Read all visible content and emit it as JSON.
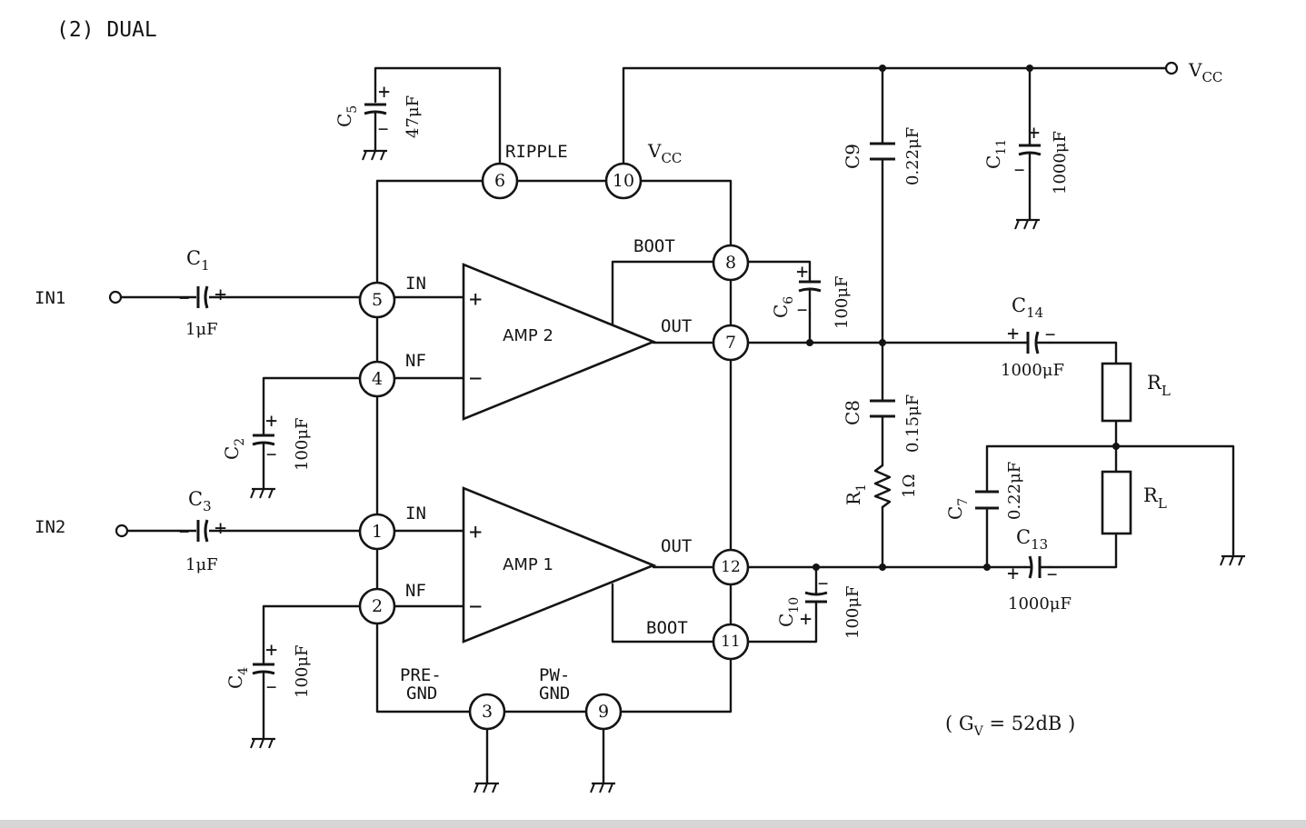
{
  "title": "(2)  DUAL",
  "gain_note": "( G",
  "gain_sub": "V",
  "gain_value": " = 52dB )",
  "terminals": {
    "in1": "IN1",
    "in2": "IN2",
    "vcc_main": "V",
    "vcc_main_sub": "CC"
  },
  "pins": {
    "p1": "1",
    "p2": "2",
    "p3": "3",
    "p4": "4",
    "p5": "5",
    "p6": "6",
    "p7": "7",
    "p8": "8",
    "p9": "9",
    "p10": "10",
    "p11": "11",
    "p12": "12"
  },
  "pin_labels": {
    "ripple": "RIPPLE",
    "vcc": "V",
    "vcc_sub": "CC",
    "boot_top": "BOOT",
    "boot_bottom": "BOOT",
    "in_top": "IN",
    "nf_top": "NF",
    "out_top": "OUT",
    "in_bottom": "IN",
    "nf_bottom": "NF",
    "out_bottom": "OUT",
    "pre_gnd_1": "PRE-",
    "pre_gnd_2": "GND",
    "pw_gnd_1": "PW-",
    "pw_gnd_2": "GND"
  },
  "amplifiers": {
    "amp2": "AMP 2",
    "amp1": "AMP 1",
    "plus": "+",
    "minus": "−"
  },
  "components": {
    "c1": {
      "name": "C",
      "sub": "1",
      "value": "1μF"
    },
    "c2": {
      "name": "C",
      "sub": "2",
      "value": "100μF"
    },
    "c3": {
      "name": "C",
      "sub": "3",
      "value": "1μF"
    },
    "c4": {
      "name": "C",
      "sub": "4",
      "value": "100μF"
    },
    "c5": {
      "name": "C",
      "sub": "5",
      "value": "47μF"
    },
    "c6": {
      "name": "C",
      "sub": "6",
      "value": "100μF"
    },
    "c7": {
      "name": "C",
      "sub": "7",
      "value": "0.22μF"
    },
    "c8": {
      "name": "C8",
      "value": "0.15μF"
    },
    "c9": {
      "name": "C9",
      "value": "0.22μF"
    },
    "c10": {
      "name": "C",
      "sub": "10",
      "value": "100μF"
    },
    "c11": {
      "name": "C",
      "sub": "11",
      "value": "1000μF"
    },
    "c13": {
      "name": "C",
      "sub": "13",
      "value": "1000μF"
    },
    "c14": {
      "name": "C",
      "sub": "14",
      "value": "1000μF"
    },
    "r1": {
      "name": "R",
      "sub": "1",
      "value": "1Ω"
    },
    "rl_top": {
      "name": "R",
      "sub": "L"
    },
    "rl_bottom": {
      "name": "R",
      "sub": "L"
    }
  },
  "polarity": {
    "plus": "+",
    "minus": "−"
  }
}
